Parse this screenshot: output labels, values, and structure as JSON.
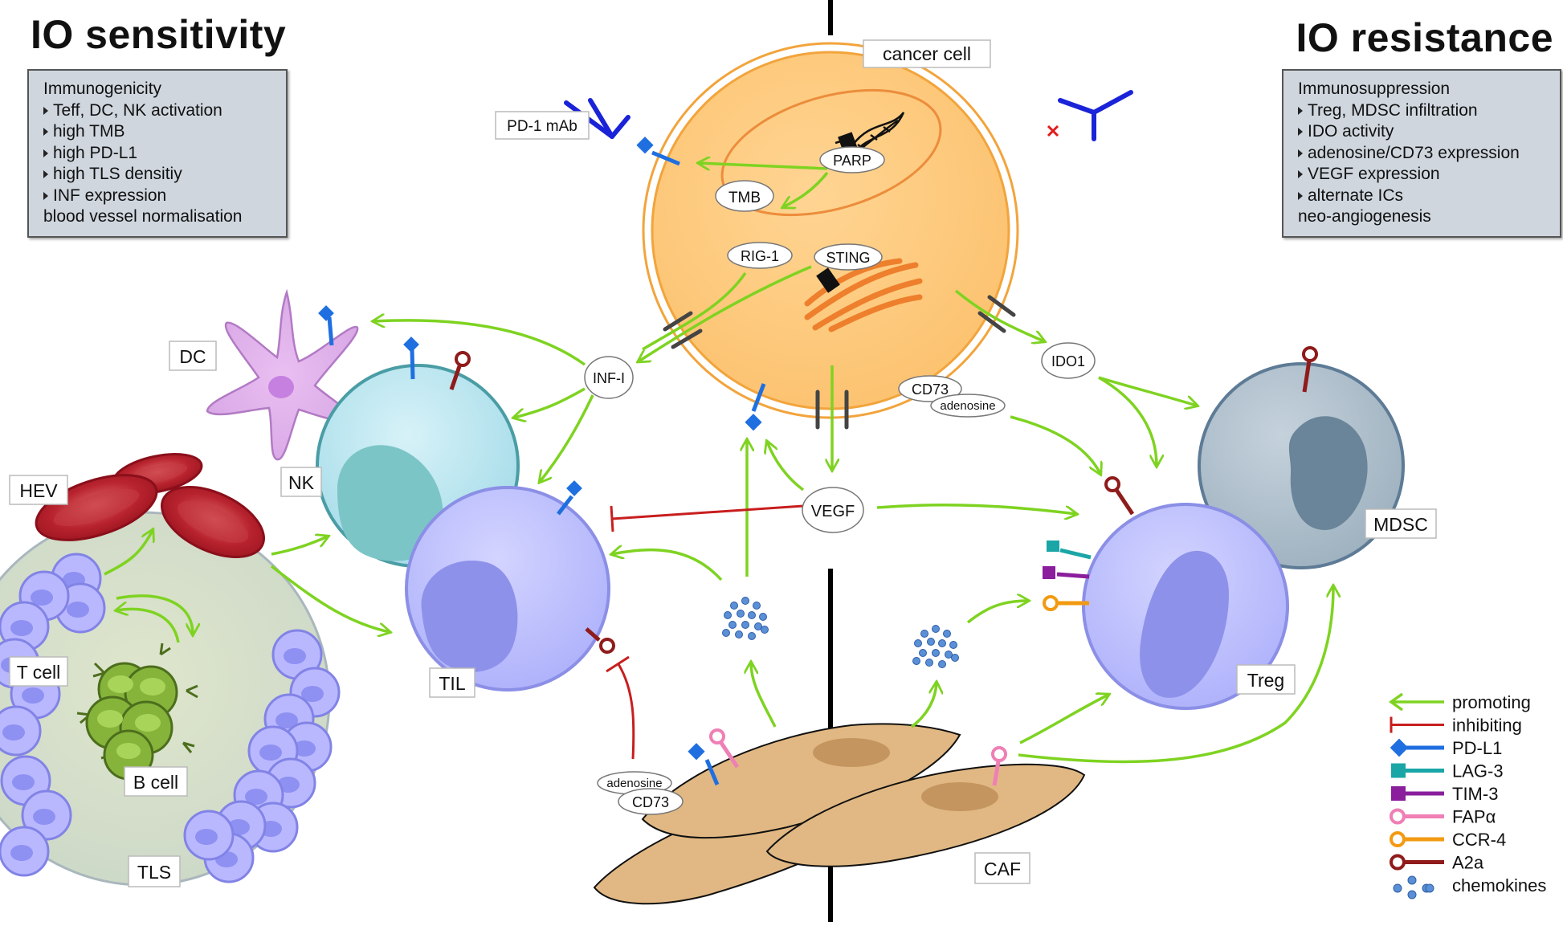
{
  "left_panel": {
    "heading": "IO sensitivity",
    "box_title": "Immunogenicity",
    "items": [
      "Teff, DC, NK activation",
      "high TMB",
      "high PD-L1",
      "high TLS densitiy",
      "INF expression"
    ],
    "footer": "blood vessel normalisation"
  },
  "right_panel": {
    "heading": "IO resistance",
    "box_title": "Immunosuppression",
    "items": [
      "Treg, MDSC infiltration",
      "IDO activity",
      "adenosine/CD73 expression",
      "VEGF expression",
      "alternate ICs"
    ],
    "footer": "neo-angiogenesis"
  },
  "cells": {
    "cancer": "cancer cell",
    "dc": "DC",
    "nk": "NK",
    "hev": "HEV",
    "tcell": "T cell",
    "bcell": "B cell",
    "tls": "TLS",
    "til": "TIL",
    "treg": "Treg",
    "mdsc": "MDSC",
    "caf": "CAF"
  },
  "drug_label": "PD-1 mAb",
  "molecules": {
    "parp": "PARP",
    "tmb": "TMB",
    "rig1": "RIG-1",
    "sting": "STING",
    "infi": "INF-I",
    "ido1": "IDO1",
    "cd73_top": "CD73",
    "adenosine_top": "adenosine",
    "vegf": "VEGF",
    "adenosine_bottom": "adenosine",
    "cd73_bottom": "CD73"
  },
  "legend": [
    {
      "label": "promoting",
      "kind": "arrow",
      "color": "#7ed321"
    },
    {
      "label": "inhibiting",
      "kind": "tbar",
      "color": "#c81e1e"
    },
    {
      "label": "PD-L1",
      "kind": "diamond",
      "color": "#1f6fe0"
    },
    {
      "label": "LAG-3",
      "kind": "square",
      "color": "#1aa6a6"
    },
    {
      "label": "TIM-3",
      "kind": "square",
      "color": "#8a1e9c"
    },
    {
      "label": "FAPα",
      "kind": "ring",
      "color": "#ef7fb5"
    },
    {
      "label": "CCR-4",
      "kind": "ring",
      "color": "#f29a11"
    },
    {
      "label": "A2a",
      "kind": "ring",
      "color": "#8f1b1b"
    },
    {
      "label": "chemokines",
      "kind": "dots",
      "color": "#5b8fd6"
    }
  ]
}
